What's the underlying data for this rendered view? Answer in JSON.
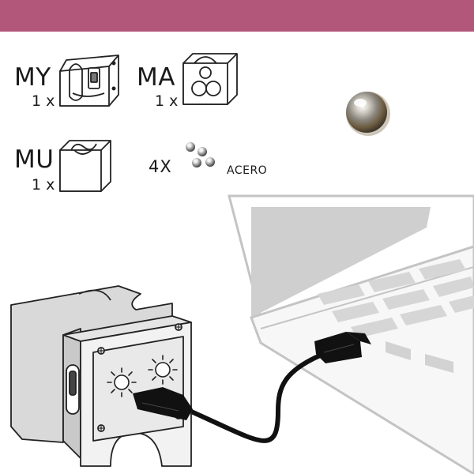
{
  "header": {
    "color": "#b2577a"
  },
  "parts": [
    {
      "code": "MY",
      "qty": "1 x"
    },
    {
      "code": "MA",
      "qty": "1 x"
    },
    {
      "code": "MU",
      "qty": "1 x"
    }
  ],
  "balls": {
    "qty": "4X",
    "label": "ACERO"
  },
  "icons": [
    "steel-ball-icon",
    "sun-icon",
    "usb-connector-icon",
    "laptop-icon"
  ]
}
